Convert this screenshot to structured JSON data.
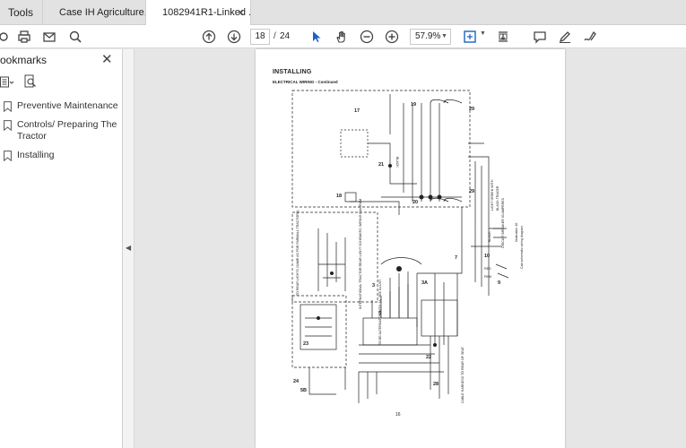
{
  "tabs": {
    "tools": "Tools",
    "doc1": "Case IH Agriculture...",
    "doc2": "1082941R1-Linked ...",
    "close": "×"
  },
  "toolbar": {
    "page_current": "18",
    "page_sep": "/",
    "page_total": "24",
    "zoom": "57.9%"
  },
  "sidebar": {
    "title": "ookmarks",
    "close": "✕",
    "bookmarks": [
      {
        "label": "Preventive Maintenance"
      },
      {
        "label": "Controls/ Preparing The Tractor"
      },
      {
        "label": "Installing"
      }
    ]
  },
  "page": {
    "heading": "INSTALLING",
    "subheading": "ELECTRICAL WIRING - Continued",
    "page_number": "16",
    "labels": {
      "n17": "17",
      "n18": "18",
      "n19": "19",
      "n20": "20",
      "n21": "21",
      "n22": "22",
      "n23": "23",
      "n24": "24",
      "n29a": "29",
      "n29b": "29",
      "n9": "9",
      "n10": "10",
      "n7": "7",
      "n3a": "3A",
      "n5": "5",
      "n5b": "5B",
      "n28": "28",
      "n3": "3",
      "black": "BLACK",
      "lightgreen": "LIGHT GREEN WITH",
      "blacktracer": "BLACK TRACER",
      "black2": "BLACK",
      "breaker": "CIRCUIT BREAKER 30 AMPERES",
      "red": "RED",
      "pink": "PINK",
      "illustration": "Illustration 16",
      "caption": "Cab schematic wiring diagram.",
      "rearlights": "TO REAR LIGHTS (SAME AS FOR FARMALL TRACTORS)",
      "intl": "INTERNATIONAL TRACTOR REAR LIGHT SCHEMATIC WIRING DIAGRAM",
      "alternator": "TO BE ALTERNATOR WITH 3A- SEE ILLUST.",
      "cable": "CABLE HARNESS TO REAR OF SEAT"
    }
  }
}
